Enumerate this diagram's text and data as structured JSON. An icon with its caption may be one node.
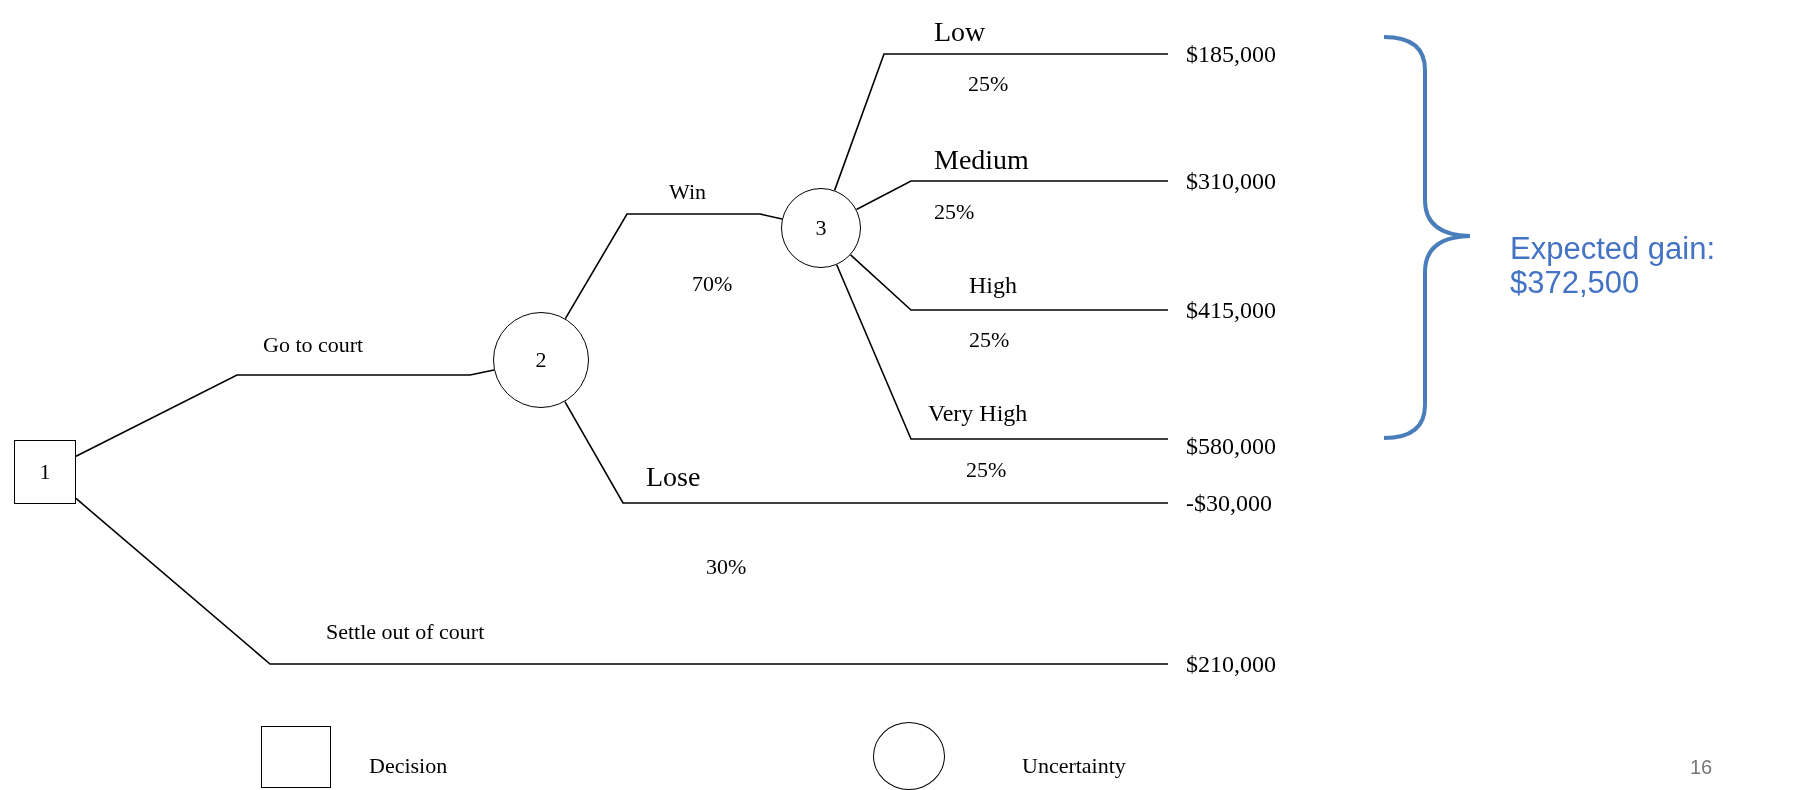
{
  "diagram": {
    "nodes": [
      {
        "text": [
          "1"
        ]
      },
      {
        "text": [
          "2"
        ]
      },
      {
        "text": [
          "3"
        ]
      },
      {
        "text": [
          "$185,000"
        ]
      },
      {
        "text": [
          "$310,000"
        ]
      },
      {
        "text": [
          "$415,000"
        ]
      },
      {
        "text": [
          "$580,000"
        ]
      },
      {
        "text": [
          "-$30,000"
        ]
      },
      {
        "text": [
          "$210,000"
        ]
      }
    ],
    "edges": [
      {
        "from": 0,
        "to": 1,
        "arrow": "none",
        "label": "Go to court"
      },
      {
        "from": 0,
        "to": 8,
        "arrow": "none",
        "label": "Settle out of court"
      },
      {
        "from": 1,
        "to": 2,
        "arrow": "none",
        "label": "Win"
      },
      {
        "from": 1,
        "to": 7,
        "arrow": "none",
        "label": "Lose"
      },
      {
        "from": 2,
        "to": 3,
        "arrow": "none",
        "label": "Low"
      },
      {
        "from": 2,
        "to": 4,
        "arrow": "none",
        "label": "Medium"
      },
      {
        "from": 2,
        "to": 5,
        "arrow": "none",
        "label": "High"
      },
      {
        "from": 2,
        "to": 6,
        "arrow": "none",
        "label": "Very High"
      }
    ],
    "labels": [
      "25%",
      "25%",
      "70%",
      "25%",
      "25%",
      "30%",
      "Expected gain: $372,500",
      "16"
    ],
    "legend": [
      {
        "text": "Decision"
      },
      {
        "text": "Uncertainty"
      }
    ]
  }
}
